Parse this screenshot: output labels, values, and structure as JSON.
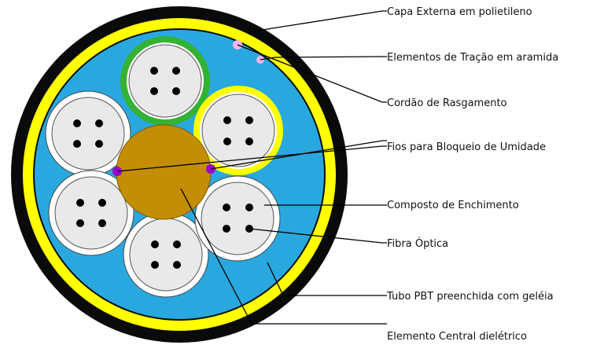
{
  "labels": {
    "outer_sheath": "Capa Externa em polietileno",
    "tension_elements": "Elementos de Tração em aramida",
    "rip_cord": "Cordão de Rasgamento",
    "water_block_yarns": "Fios para Bloqueio de Umidade",
    "filling_compound": "Composto de Enchimento",
    "optical_fiber": "Fibra Óptica",
    "pbt_tube": "Tubo PBT preenchida com geléia",
    "central_member": "Elemento Central dielétrico"
  },
  "colors": {
    "outer_sheath": "#0a0a0a",
    "aramid_layer": "#ffff00",
    "filling_compound": "#29a8e0",
    "central_member": "#c38d05",
    "tube_standard": "#ffffff",
    "tube_green": "#33b233",
    "tube_yellow": "#ffff00",
    "tube_inner": "#e9e9e9",
    "fiber": "#000000",
    "rip_cord": "#f3b6ea",
    "water_block_yarn": "#9900cc",
    "leader_line": "#000000"
  }
}
